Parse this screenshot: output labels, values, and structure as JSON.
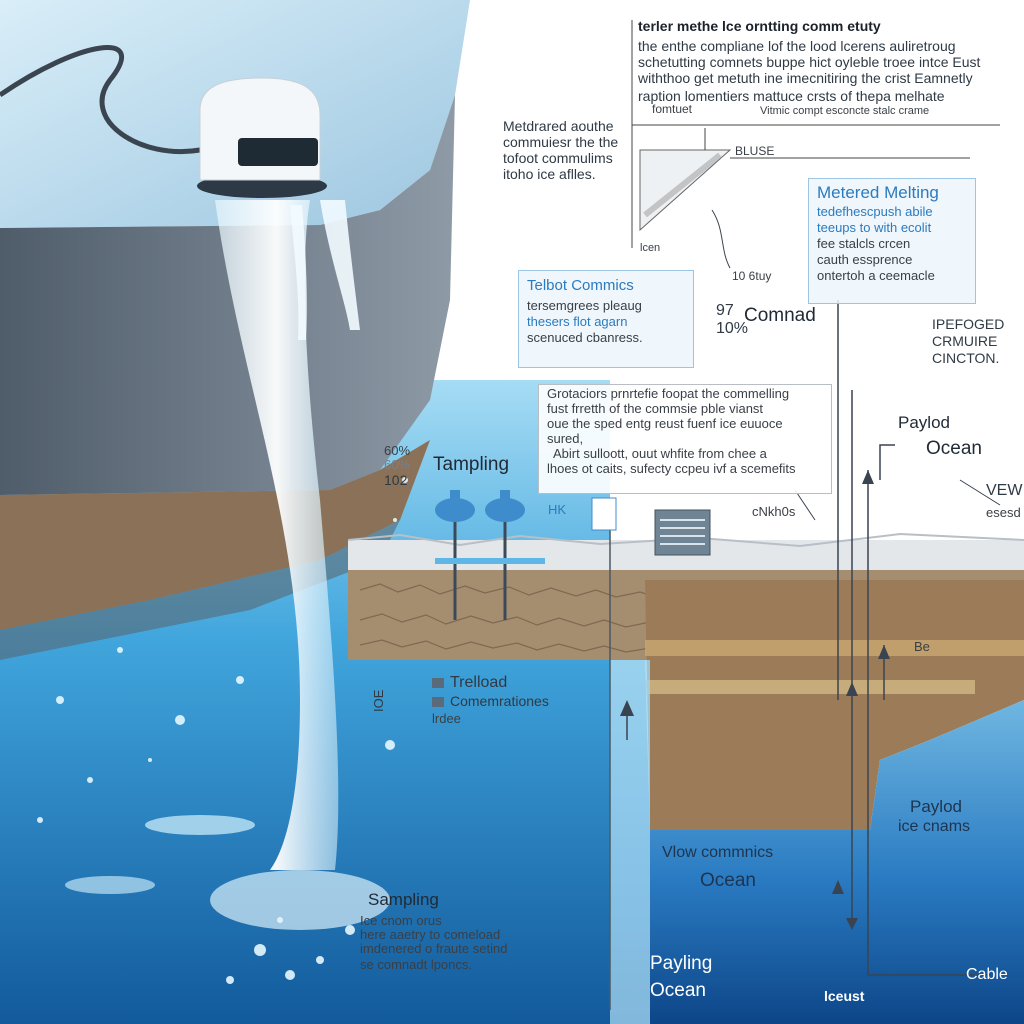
{
  "header": {
    "title": "terler methe lce orntting comm etuty",
    "lines": [
      "the enthe compliane lof the lood lcerens auliretroug",
      "schetutting comnets buppe hict oyleble troee intce Eust",
      "withthoo get metuth ine imecnitiring the crist Eamnetly",
      "raption lomentiers mattuce crsts of thepa melhate"
    ],
    "sublabels": [
      "fomtuet",
      "Vitmic compt esconcte stalc crame"
    ]
  },
  "left_note": {
    "lines": [
      "Metdrared aouthe",
      "commuiesr the the",
      "tofoot commulims",
      "itoho ice aflles."
    ]
  },
  "ice_labels": {
    "bluse": "BLUSE",
    "icen": "lcen",
    "depth": "10 6tuy"
  },
  "metered_box": {
    "title": "Metered Melting",
    "lines": [
      "tedefhescpush abile",
      "teeups to with ecolit",
      "fee stalcls crcen",
      "cauth essprence",
      "ontertoh a ceemacle"
    ]
  },
  "telbot_box": {
    "title": "Telbot Commics",
    "lines": [
      "tersemgrees pleaug",
      "thesers flot agarn",
      "scenuced cbanress."
    ]
  },
  "command": {
    "num1": "97",
    "num2": "10%",
    "label": "Comnad"
  },
  "right_caps": [
    "IPEFOGED",
    "CRMUIRE",
    "CINCTON."
  ],
  "mid_box": {
    "lines": [
      "Grotaciors prnrtefie foopat the commelling",
      "fust frretth of the commsie pble vianst",
      "oue the sped entg reust fuenf ice euuoce",
      "sured,",
      "Abirt sulloott, ouut whfite from chee a",
      "lhoes ot caits, sufecty ccpeu ivf a scemefits"
    ]
  },
  "percent": {
    "a": "60%",
    "b": "60%",
    "c": "102"
  },
  "tampling": "Tampling",
  "tags": {
    "hk": "HK",
    "cnkhos": "cNkh0s"
  },
  "payload_ocean": {
    "payload": "Paylod",
    "ocean": "Ocean"
  },
  "view": {
    "a": "VEW",
    "b": "esesd"
  },
  "legend": {
    "icon_code": "IOE",
    "items": [
      "Trelload",
      "Comemrationes"
    ],
    "footer": "lrdee"
  },
  "be_tag": "Be",
  "sampling": {
    "title": "Sampling",
    "lines": [
      "Ice cnom orus",
      "here aaetry to comeload",
      "imdenered o fraute setind",
      "se comnadt lponcs."
    ]
  },
  "lower_right": {
    "payload": "Paylod",
    "ice_chains": "ice cnams",
    "vlow_comm": "Vlow commnics",
    "ocean": "Ocean",
    "payling": "Payling",
    "ocean2": "Ocean",
    "cable": "Cable",
    "iceust": "lceust"
  },
  "colors": {
    "ocean_deep": "#0f4f93",
    "ocean_light": "#5fb6e4",
    "ice_top": "#a9cfe6",
    "rock": "#6b7580",
    "sediment": "#8a7157",
    "accent_blue": "#2b7bc0"
  }
}
